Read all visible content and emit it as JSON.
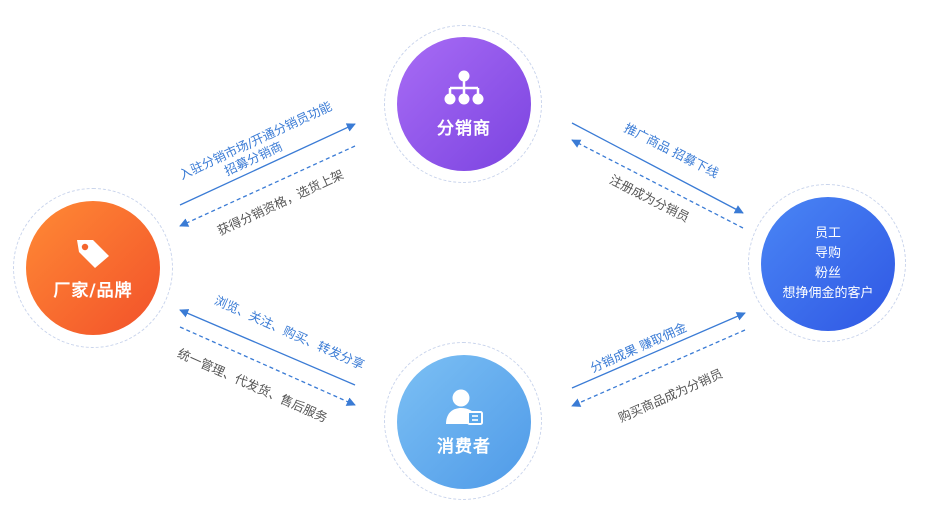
{
  "nodes": {
    "manufacturer": {
      "label": "厂家/品牌",
      "icon": "tag-icon",
      "color": "#f4652d"
    },
    "distributor": {
      "label": "分销商",
      "icon": "org-chart-icon",
      "color": "#8f55ea"
    },
    "consumer": {
      "label": "消费者",
      "icon": "user-card-icon",
      "color": "#5aa8ec"
    },
    "audience": {
      "lines": [
        "员工",
        "导购",
        "粉丝",
        "想挣佣金的客户"
      ],
      "color": "#3b6ff0"
    }
  },
  "edges": {
    "manufacturer_to_distributor": {
      "lines": [
        "入驻分销市场/开通分销员功能",
        "招募分销商"
      ]
    },
    "distributor_to_manufacturer": {
      "text": "获得分销资格，选货上架"
    },
    "distributor_to_audience": {
      "text": "推广商品 招募下线"
    },
    "audience_to_distributor": {
      "text": "注册成为分销员"
    },
    "manufacturer_to_consumer": {
      "text": "浏览、关注、购买、转发分享"
    },
    "consumer_to_manufacturer": {
      "text": "统一管理、代发货、售后服务"
    },
    "audience_to_consumer": {
      "text": "分销成果 赚取佣金"
    },
    "consumer_to_audience": {
      "text": "购买商品成为分销员"
    }
  },
  "colors": {
    "arrow": "#3a7bd5",
    "edge_text_blue": "#3a7bd5",
    "edge_text_gray": "#555555"
  }
}
